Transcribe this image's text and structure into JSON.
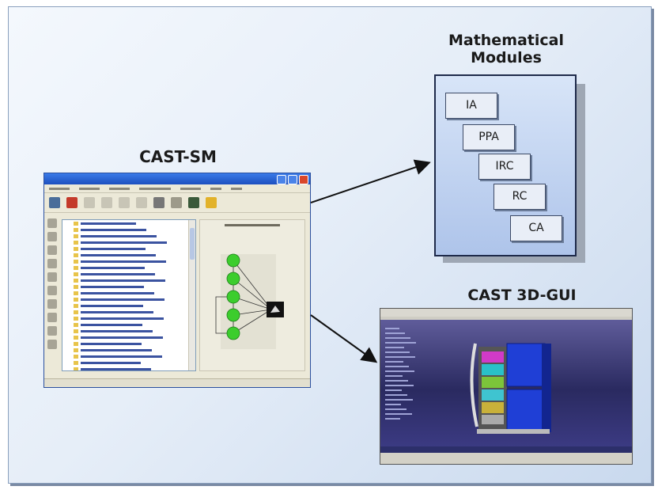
{
  "labels": {
    "cast_sm": "CAST-SM",
    "math_modules": [
      "Mathematical",
      "Modules"
    ],
    "cast_3d_gui": "CAST 3D-GUI"
  },
  "modules": [
    "IA",
    "PPA",
    "IRC",
    "RC",
    "CA"
  ],
  "colors": {
    "panel_bg": "#e6eef8",
    "module_box": "#aec4ea",
    "node_green": "#3ccd2d",
    "gui_bg": "#2c2f6a",
    "satellite_blue": "#1f3fd6"
  },
  "icons": [
    "arrow-icon",
    "folder-icon",
    "satellite-icon"
  ]
}
